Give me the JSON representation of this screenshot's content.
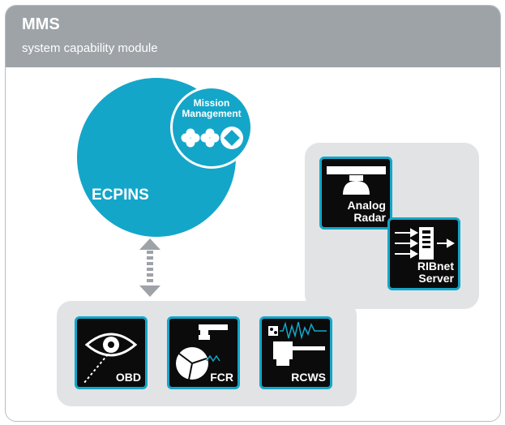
{
  "header": {
    "title": "MMS",
    "subtitle": "system capability module"
  },
  "core": {
    "label": "ECPINS"
  },
  "mission": {
    "label_line1": "Mission",
    "label_line2": "Management"
  },
  "server_panel": {
    "tiles": [
      {
        "line1": "Analog",
        "line2": "Radar",
        "icon": "radar-icon"
      },
      {
        "line1": "RIBnet",
        "line2": "Server",
        "icon": "server-icon"
      }
    ]
  },
  "sensor_panel": {
    "tiles": [
      {
        "label": "OBD",
        "icon": "eye-icon"
      },
      {
        "label": "FCR",
        "icon": "fire-control-radar-icon"
      },
      {
        "label": "RCWS",
        "icon": "weapon-station-icon"
      }
    ]
  },
  "connector": {
    "icon": "bidirectional-arrow-icon"
  },
  "colors": {
    "accent": "#14a6c9",
    "header": "#9ea3a8",
    "panel": "#e1e3e5",
    "tile": "#0b0b0b"
  }
}
